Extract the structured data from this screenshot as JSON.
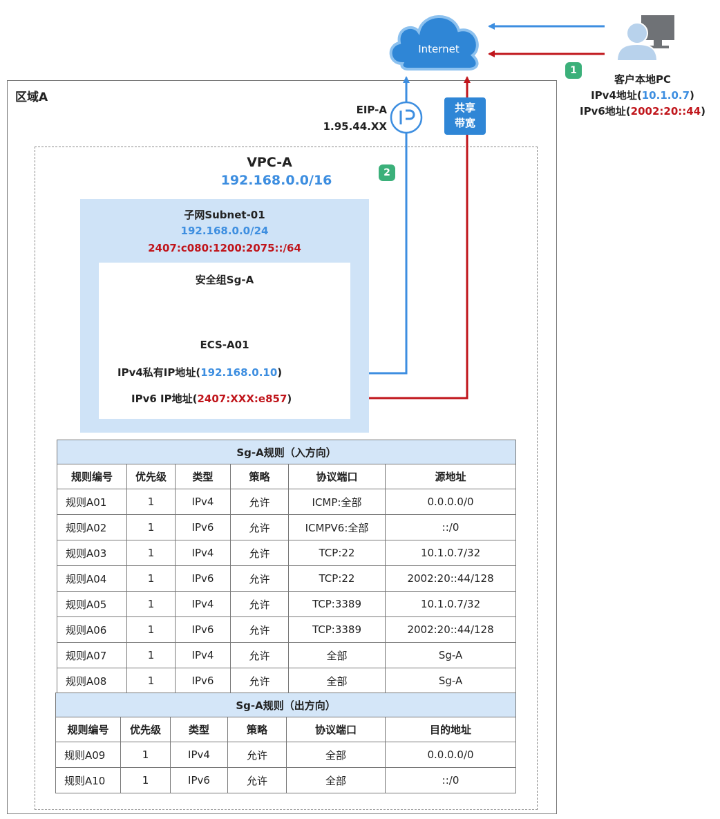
{
  "internet": {
    "label": "Internet"
  },
  "client": {
    "name": "客户本地PC",
    "ipv4_prefix": "IPv4地址(",
    "ipv4": "10.1.0.7",
    "ipv4_suffix": ")",
    "ipv6_prefix": "IPv6地址(",
    "ipv6": "2002:20::44",
    "ipv6_suffix": ")"
  },
  "steps": {
    "step1": "1",
    "step2": "2"
  },
  "region": {
    "label": "区域A"
  },
  "eip": {
    "name": "EIP-A",
    "address": "1.95.44.XX",
    "icon_label": "IP"
  },
  "bandwidth": {
    "line1": "共享",
    "line2": "带宽"
  },
  "vpc": {
    "name": "VPC-A",
    "cidr": "192.168.0.0/16"
  },
  "subnet": {
    "name": "子网Subnet-01",
    "ipv4_cidr": "192.168.0.0/24",
    "ipv6_cidr": "2407:c080:1200:2075::/64"
  },
  "security_group": {
    "name": "安全组Sg-A"
  },
  "ecs": {
    "name": "ECS-A01",
    "ipv4_prefix": "IPv4私有IP地址(",
    "ipv4": "192.168.0.10",
    "ipv4_suffix": ")",
    "ipv6_prefix": "IPv6 IP地址(",
    "ipv6": "2407:XXX:e857",
    "ipv6_suffix": ")"
  },
  "inbound": {
    "title": "Sg-A规则（入方向）",
    "headers": [
      "规则编号",
      "优先级",
      "类型",
      "策略",
      "协议端口",
      "源地址"
    ],
    "rows": [
      [
        "规则A01",
        "1",
        "IPv4",
        "允许",
        "ICMP:全部",
        "0.0.0.0/0"
      ],
      [
        "规则A02",
        "1",
        "IPv6",
        "允许",
        "ICMPV6:全部",
        "::/0"
      ],
      [
        "规则A03",
        "1",
        "IPv4",
        "允许",
        "TCP:22",
        "10.1.0.7/32"
      ],
      [
        "规则A04",
        "1",
        "IPv6",
        "允许",
        "TCP:22",
        "2002:20::44/128"
      ],
      [
        "规则A05",
        "1",
        "IPv4",
        "允许",
        "TCP:3389",
        "10.1.0.7/32"
      ],
      [
        "规则A06",
        "1",
        "IPv6",
        "允许",
        "TCP:3389",
        "2002:20::44/128"
      ],
      [
        "规则A07",
        "1",
        "IPv4",
        "允许",
        "全部",
        "Sg-A"
      ],
      [
        "规则A08",
        "1",
        "IPv6",
        "允许",
        "全部",
        "Sg-A"
      ]
    ]
  },
  "outbound": {
    "title": "Sg-A规则（出方向）",
    "headers": [
      "规则编号",
      "优先级",
      "类型",
      "策略",
      "协议端口",
      "目的地址"
    ],
    "rows": [
      [
        "规则A09",
        "1",
        "IPv4",
        "允许",
        "全部",
        "0.0.0.0/0"
      ],
      [
        "规则A10",
        "1",
        "IPv6",
        "允许",
        "全部",
        "::/0"
      ]
    ]
  },
  "colors": {
    "ipv4_path": "#3d8ee0",
    "ipv6_path": "#c0151b",
    "subnet_fill": "#cfe3f7",
    "table_header_fill": "#d4e6f8",
    "step_badge": "#3bb07a",
    "bandwidth_fill": "#2f86d6"
  }
}
